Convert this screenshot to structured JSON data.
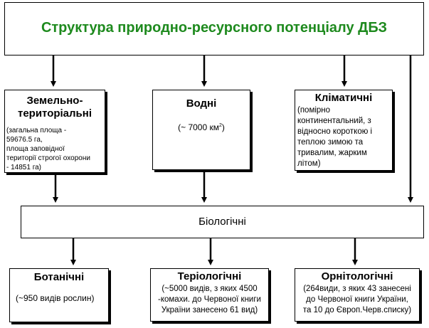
{
  "title": "Структура природно-ресурсного потенціалу ДБЗ",
  "land": {
    "heading_line1": "Земельно-",
    "heading_line2": "територіальні",
    "details": [
      "(загальна площа -",
      "59676.5 га,",
      "площа заповідної",
      "території строгої охорони",
      "- 14851 га)"
    ]
  },
  "water": {
    "heading": "Водні",
    "detail_prefix": "(~ 7000 км",
    "detail_sup": "2",
    "detail_suffix": ")"
  },
  "climate": {
    "heading": "Кліматичні",
    "details": [
      "(помірно",
      "континентальний, з",
      "відносно короткою і",
      "теплою зимою та",
      "тривалим, жарким",
      "літом)"
    ]
  },
  "bio": {
    "heading": "Біологічні"
  },
  "botanic": {
    "heading": "Ботанічні",
    "details": [
      "(~950 видів рослин)"
    ]
  },
  "teriologic": {
    "heading": "Теріологічні",
    "details": [
      "(~5000 видів, з яких 4500",
      "-комахи. до Червоної книги",
      "України  занесено 61 вид)"
    ]
  },
  "ornitologic": {
    "heading": "Орнітологічні",
    "details": [
      "(264види, з яких 43 занесені",
      "до Червоної книги України,",
      "та 10 до Європ.Черв.списку)"
    ]
  }
}
